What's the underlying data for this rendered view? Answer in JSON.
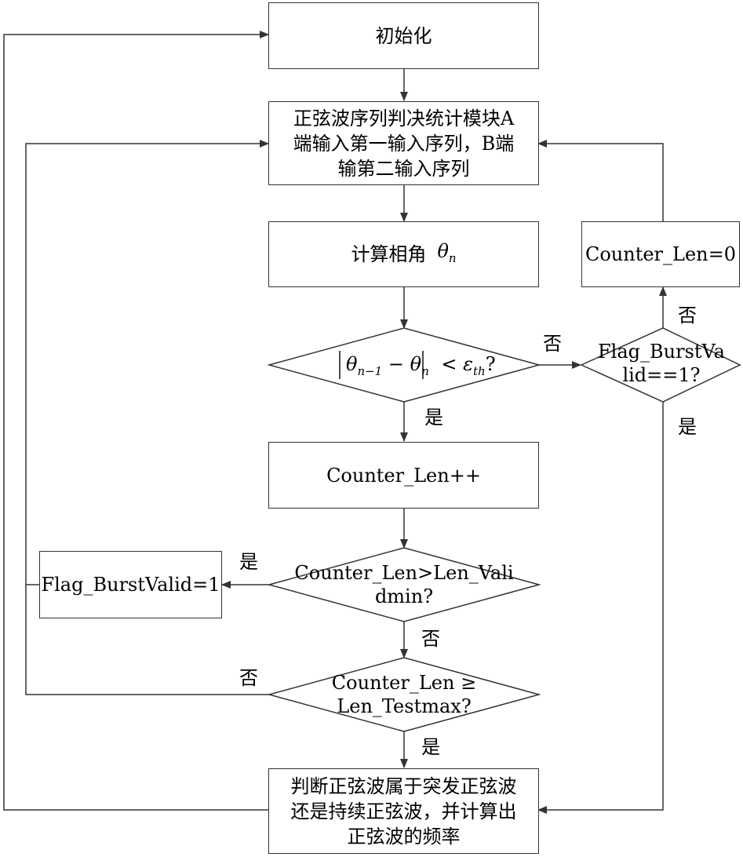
{
  "nodes": {
    "init": "初始化",
    "input_line1": "正弦波序列判决统计模块A",
    "input_line2": "端输入第一输入序列，B端",
    "input_line3": "输第二输入序列",
    "calc_label": "计算相角",
    "calc_theta": "θ",
    "calc_sub": "n",
    "cond1_theta_a": "θ",
    "cond1_sub_a": "n−1",
    "cond1_minus": "−",
    "cond1_theta_b": "θ",
    "cond1_sub_b": "n",
    "cond1_lt": "<",
    "cond1_eps": "ε",
    "cond1_eps_sub": "th",
    "cond1_q": "?",
    "counter_inc": "Counter_Len++",
    "cond2_line1": "Counter_Len>Len_Vali",
    "cond2_line2": "dmin?",
    "flag_set": "Flag_BurstValid=1",
    "cond3_line1": "Counter_Len ≥",
    "cond3_line2": "Len_Testmax?",
    "final_line1": "判断正弦波属于突发正弦波",
    "final_line2": "还是持续正弦波，并计算出",
    "final_line3": "正弦波的频率",
    "flag_check_line1": "Flag_BurstVa",
    "flag_check_line2": "lid==1?",
    "counter_reset": "Counter_Len=0"
  },
  "labels": {
    "no1": "否",
    "yes1": "是",
    "no_flag": "否",
    "yes_flag": "是",
    "yes2": "是",
    "no2": "否",
    "no3": "否",
    "yes3": "是"
  }
}
